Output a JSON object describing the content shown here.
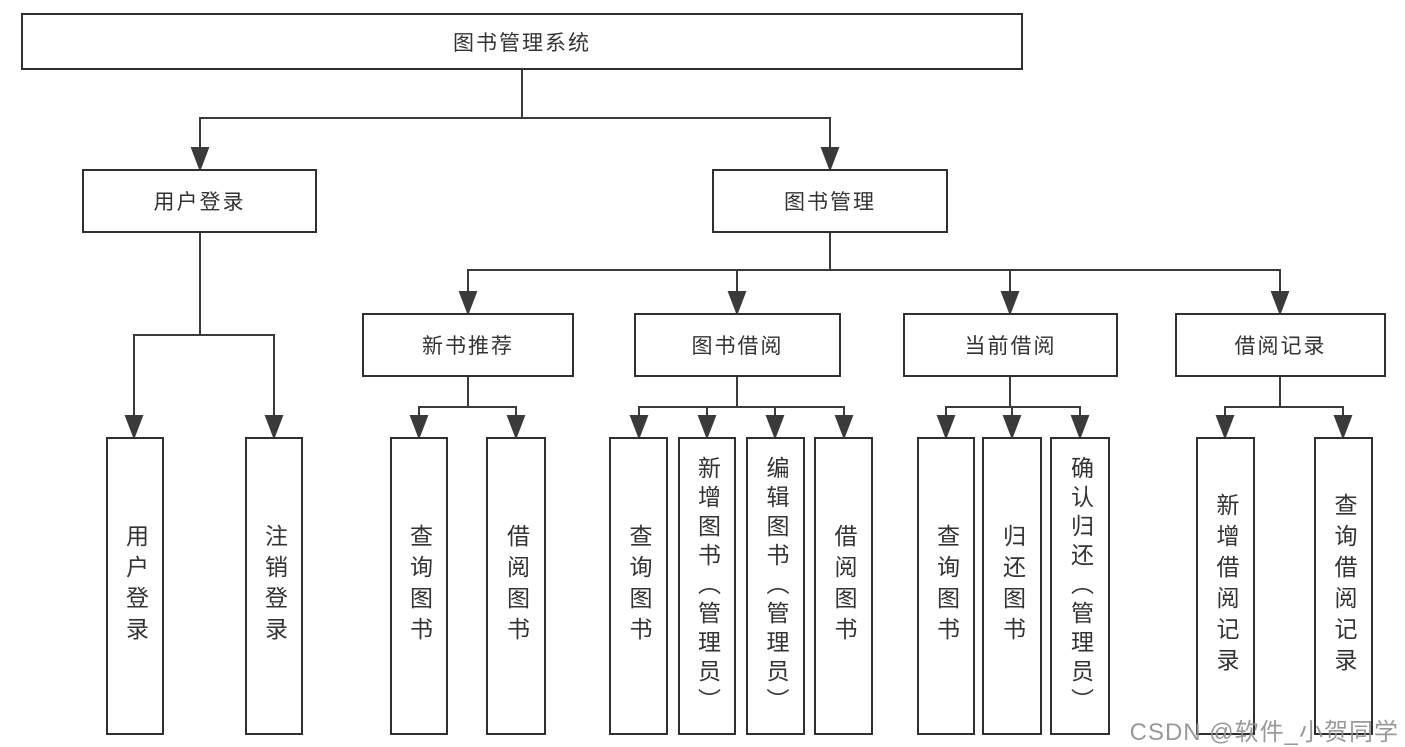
{
  "diagram": {
    "title": "图书管理系统",
    "root": {
      "label": "图书管理系统"
    },
    "level2": [
      {
        "label": "用户登录"
      },
      {
        "label": "图书管理"
      }
    ],
    "level3": [
      {
        "label": "新书推荐"
      },
      {
        "label": "图书借阅"
      },
      {
        "label": "当前借阅"
      },
      {
        "label": "借阅记录"
      }
    ],
    "leaves": {
      "user_login": [
        "用户登录",
        "注销登录"
      ],
      "new_book": [
        "查询图书",
        "借阅图书"
      ],
      "book_borrow": [
        "查询图书",
        "新增图书（管理员）",
        "编辑图书（管理员）",
        "借阅图书"
      ],
      "current_borrow": [
        "查询图书",
        "归还图书",
        "确认归还（管理员）"
      ],
      "borrow_record": [
        "新增借阅记录",
        "查询借阅记录"
      ]
    }
  },
  "watermark": "CSDN @软件_小贺同学",
  "colors": {
    "line": "#3a3a3a",
    "border": "#2f2f2f",
    "text": "#333333",
    "watermark": "#949494",
    "background": "#ffffff"
  }
}
